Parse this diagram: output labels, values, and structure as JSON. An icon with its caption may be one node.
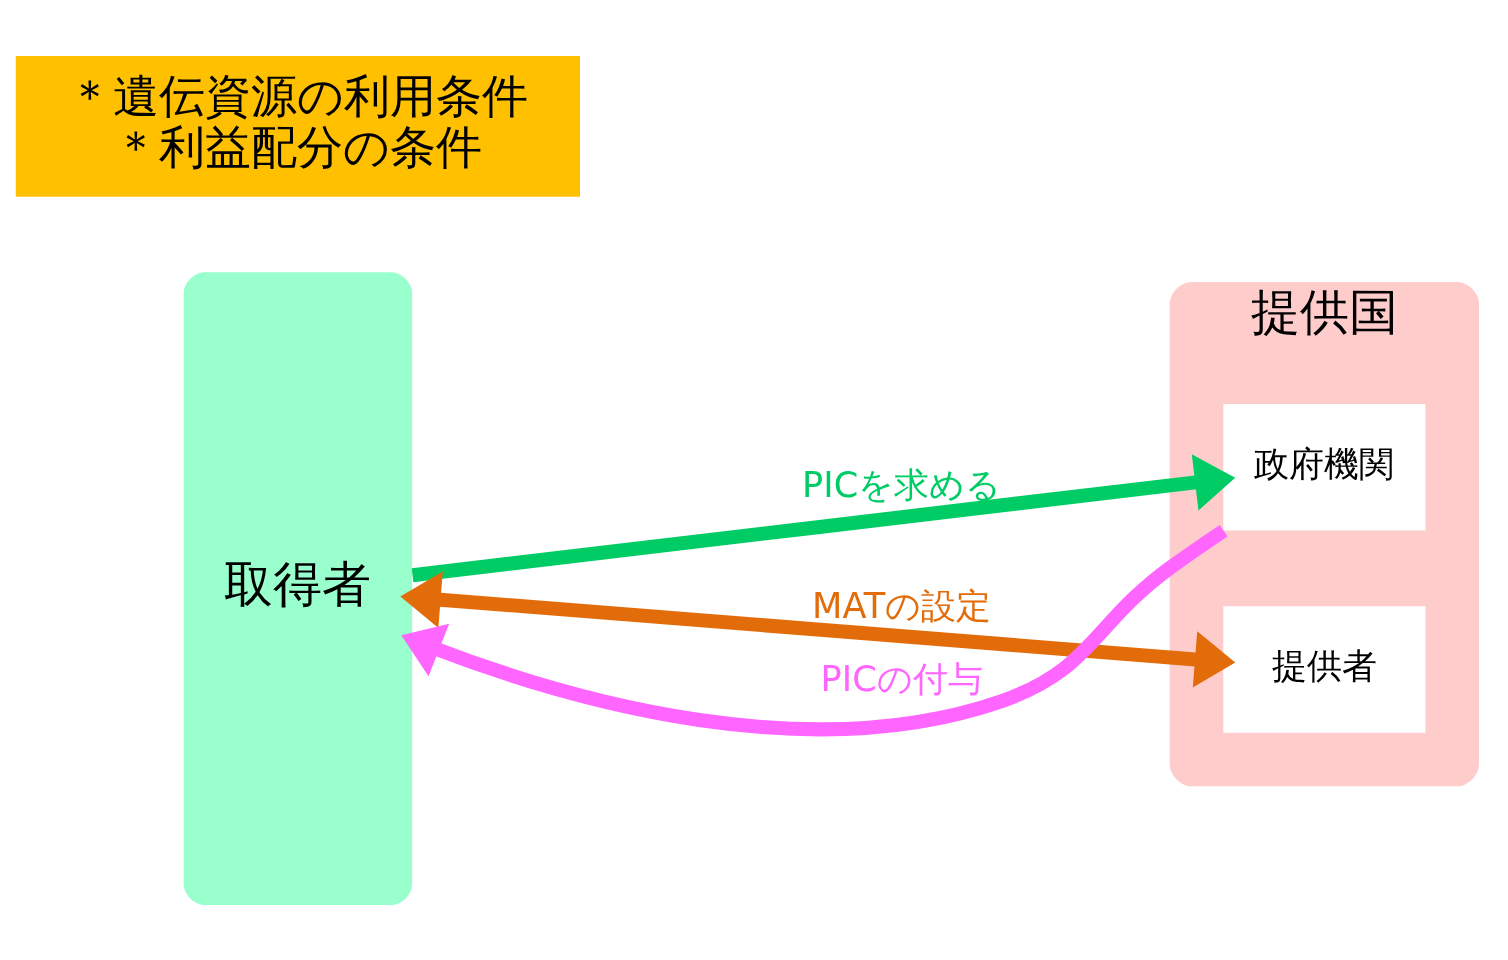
{
  "diagram": {
    "nodes": [
      {
        "text": [
          "取得者"
        ]
      },
      {
        "text": [
          "提供国"
        ]
      },
      {
        "text": [
          "政府機関"
        ],
        "in": 1
      },
      {
        "text": [
          "提供者"
        ],
        "in": 1
      },
      {
        "text": [
          "＊遺伝資源の利用条件",
          "＊利益配分の条件"
        ]
      }
    ],
    "edges": [
      {
        "from": 0,
        "to": 2,
        "arrow": "to",
        "label": "PICを求める",
        "color": "#00cc66"
      },
      {
        "from": 2,
        "to": 0,
        "arrow": "to",
        "label": "PICの付与",
        "color": "#ff66ff"
      },
      {
        "from": 0,
        "to": 3,
        "arrow": "both",
        "label": "MATの設定",
        "color": "#e36c0a"
      }
    ]
  }
}
